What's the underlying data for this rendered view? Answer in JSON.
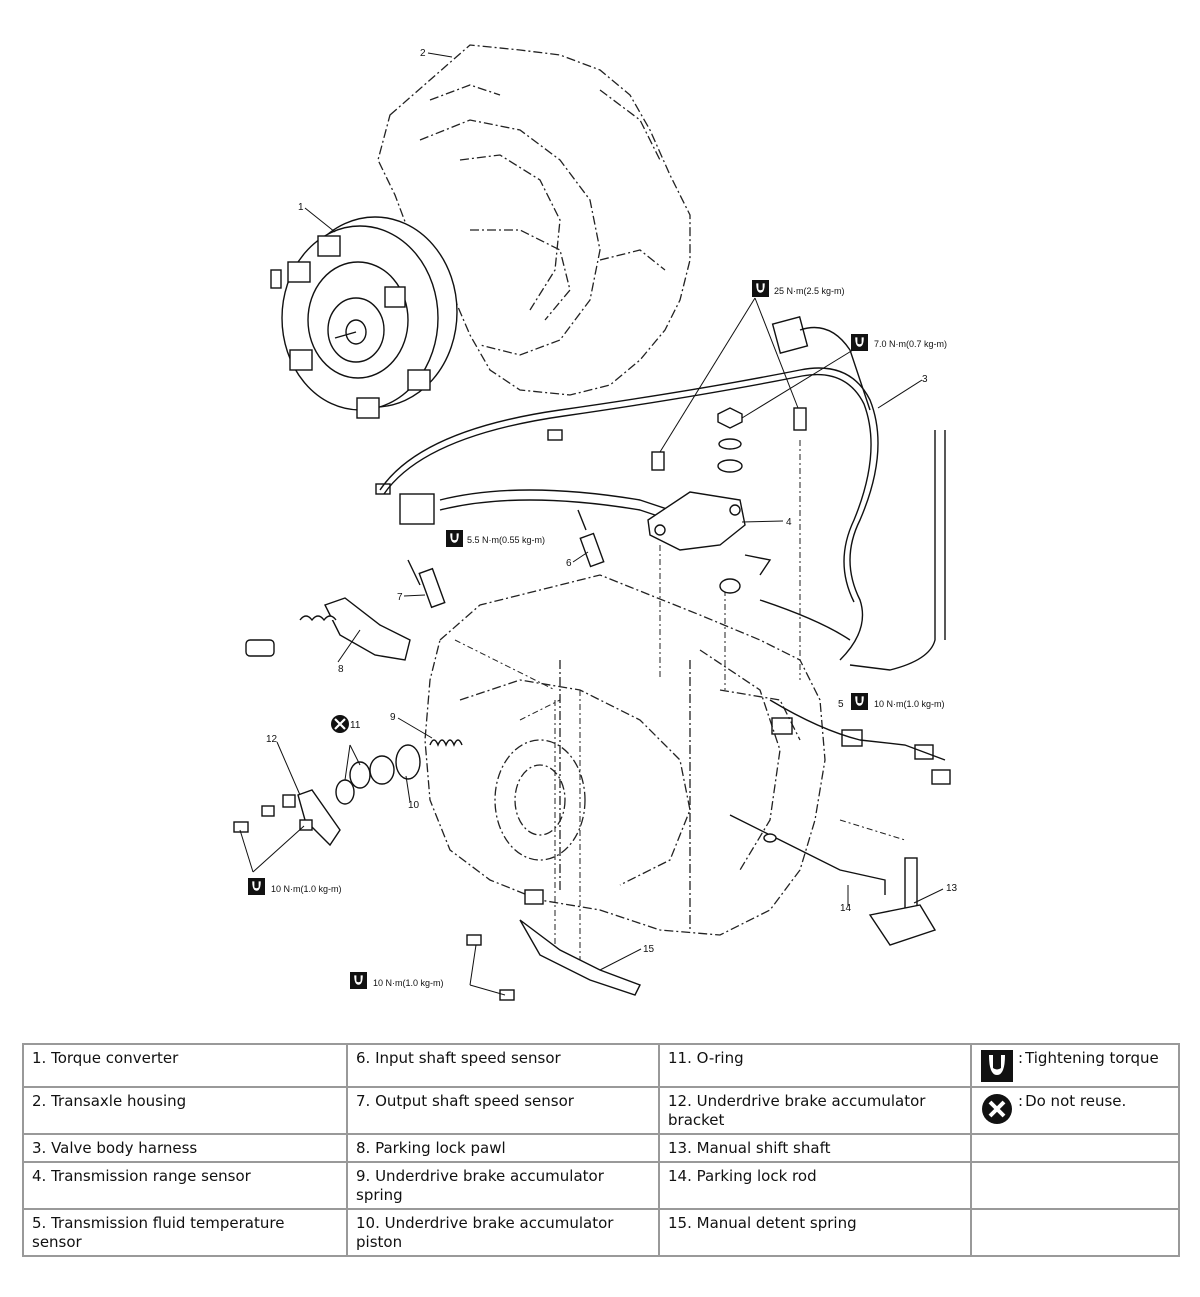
{
  "diagram": {
    "callouts": [
      "1",
      "2",
      "3",
      "4",
      "5",
      "6",
      "7",
      "8",
      "9",
      "10",
      "11",
      "12",
      "13",
      "14",
      "15"
    ],
    "torques": [
      "25 N·m(2.5 kg-m)",
      "7.0 N·m(0.7 kg-m)",
      "5.5 N·m(0.55 kg-m)",
      "10 N·m(1.0 kg-m)",
      "10 N·m(1.0 kg-m)",
      "10 N·m(1.0 kg-m)"
    ]
  },
  "legend": {
    "rows": [
      [
        "1. Torque converter",
        "6. Input shaft speed sensor",
        "11. O-ring"
      ],
      [
        "2. Transaxle housing",
        "7. Output shaft speed sensor",
        "12. Underdrive brake accumulator bracket"
      ],
      [
        "3. Valve body harness",
        "8. Parking lock pawl",
        "13. Manual shift shaft"
      ],
      [
        "4. Transmission range sensor",
        "9. Underdrive brake accumulator spring",
        "14. Parking lock rod"
      ],
      [
        "5. Transmission fluid temperature sensor",
        "10. Underdrive brake accumulator piston",
        "15. Manual detent spring"
      ]
    ],
    "symbols": [
      {
        "icon": "tightening-torque-icon",
        "label": "Tightening torque"
      },
      {
        "icon": "do-not-reuse-icon",
        "label": "Do not reuse."
      }
    ]
  }
}
